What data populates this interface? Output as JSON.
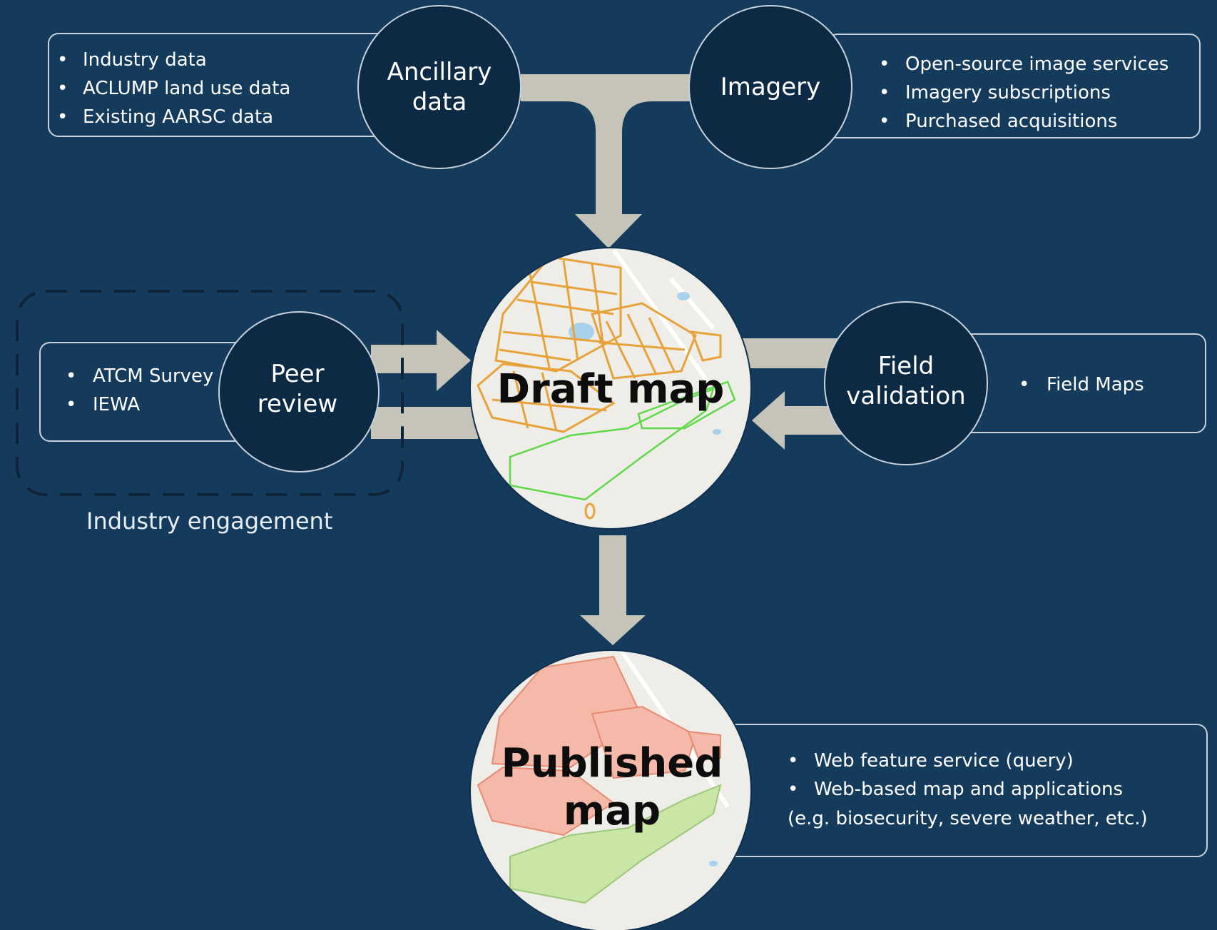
{
  "nodes": {
    "ancillary": {
      "line1": "Ancillary",
      "line2": "data"
    },
    "imagery": {
      "line1": "Imagery"
    },
    "peer_review": {
      "line1": "Peer",
      "line2": "review"
    },
    "field_validation": {
      "line1": "Field",
      "line2": "validation"
    },
    "draft_map": {
      "label": "Draft map"
    },
    "published_map": {
      "line1": "Published",
      "line2": "map"
    }
  },
  "boxes": {
    "ancillary_items": [
      "Industry data",
      "ACLUMP land use data",
      "Existing AARSC data"
    ],
    "imagery_items": [
      "Open-source image services",
      "Imagery subscriptions",
      "Purchased acquisitions"
    ],
    "peer_review_items": [
      "ATCM Survey",
      "IEWA"
    ],
    "field_items": [
      "Field Maps"
    ],
    "published_items": [
      "Web feature service (query)",
      "Web-based map and applications"
    ],
    "published_note": "(e.g. biosecurity, severe weather, etc.)"
  },
  "group_label": "Industry engagement",
  "colors": {
    "background": "#143a5c",
    "node_fill": "#0d2a45",
    "arrow": "#c6c4b8",
    "draft_lines": "#e8a23a",
    "draft_green": "#5fd84a",
    "published_fill": "#f5b9a9",
    "published_green": "#c9e6a6",
    "map_base": "#eeede7"
  }
}
